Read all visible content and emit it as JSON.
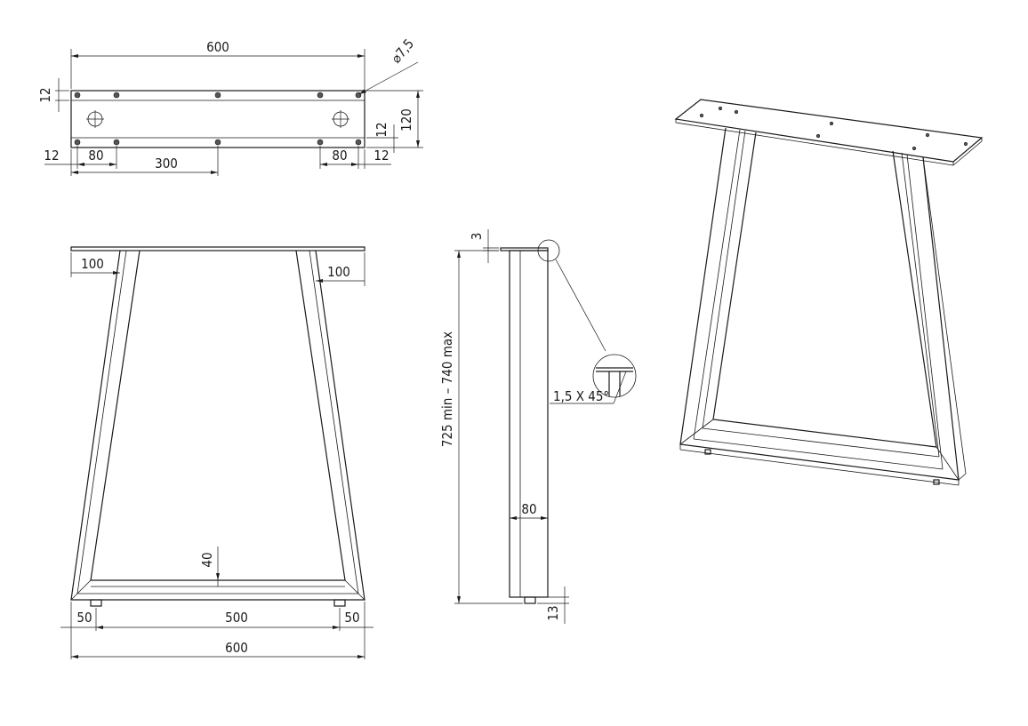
{
  "top_view": {
    "dim_total_width": "600",
    "dim_hole_dia": "⌀7,5",
    "dim_edge_left": "12",
    "dim_height": "120",
    "dim_edge_right": "12",
    "dim_left_margin": "12",
    "dim_left_spacing": "80",
    "dim_center_spacing": "300",
    "dim_right_spacing": "80",
    "dim_right_margin": "12"
  },
  "front_view": {
    "dim_top_left_inset": "100",
    "dim_top_right_inset": "100",
    "dim_foot_height": "40",
    "dim_bottom_left": "50",
    "dim_bottom_center": "500",
    "dim_bottom_right": "50",
    "dim_bottom_total": "600"
  },
  "side_view": {
    "dim_plate_thickness": "3",
    "dim_height_range": "725 min – 740 max",
    "dim_profile_width": "80",
    "dim_foot": "13",
    "detail_chamfer": "1,5 X 45°"
  }
}
